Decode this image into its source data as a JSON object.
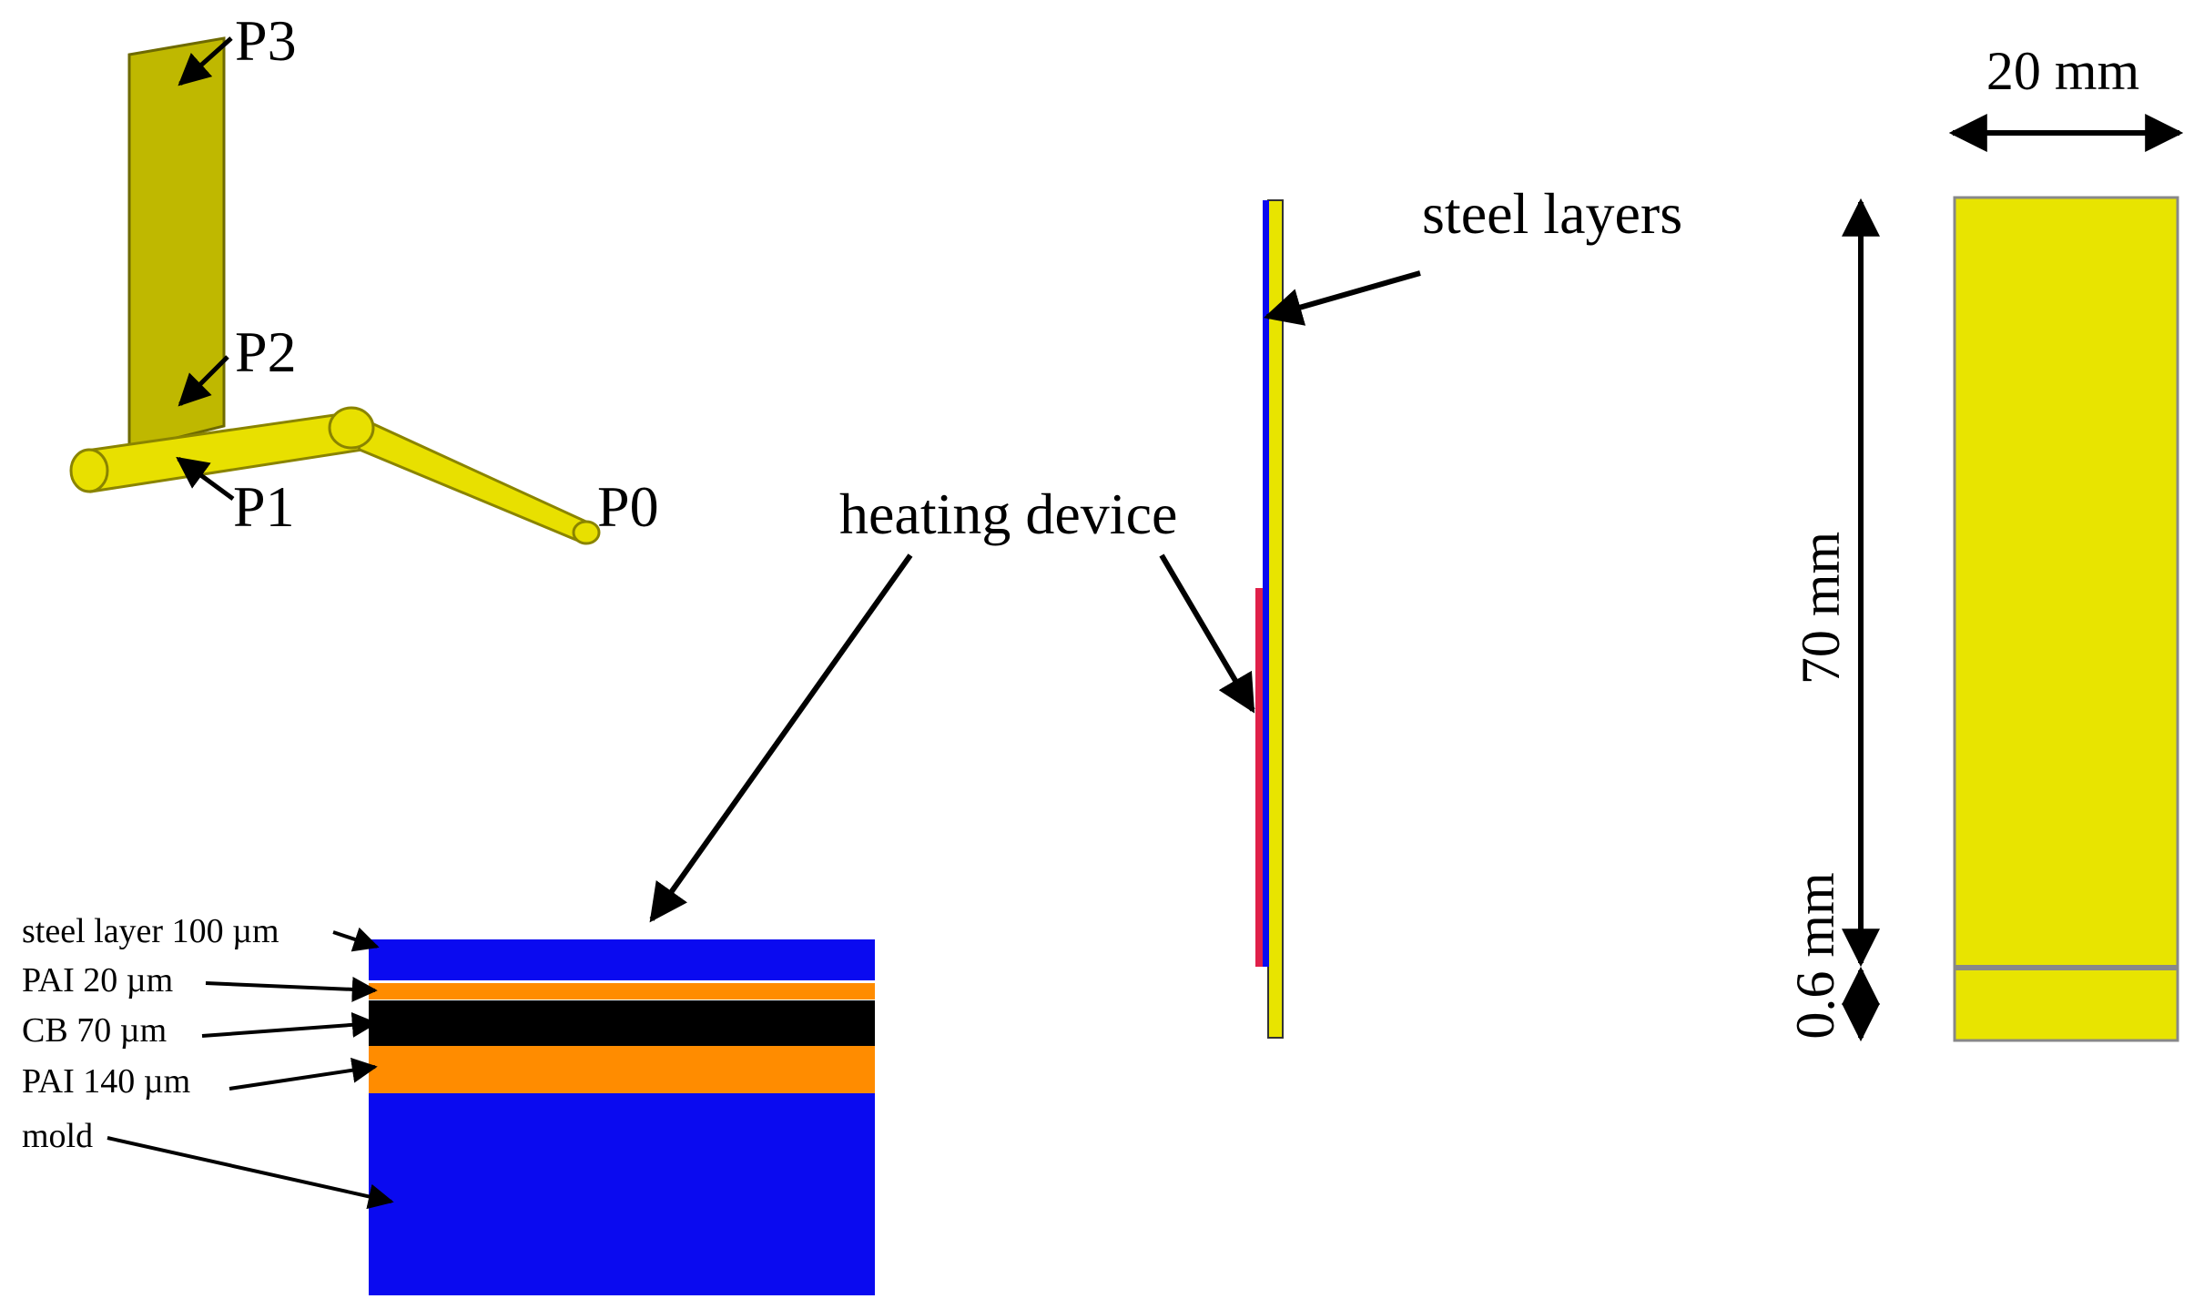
{
  "colors": {
    "plate": "#BFB800",
    "plate_edge": "#6E6A00",
    "runner": "#E8E000",
    "runner_edge": "#8A8400",
    "specimen": "#E8E400",
    "steel": "#0A0AF0",
    "pai": "#FF8C00",
    "cb": "#000000",
    "heater": "#E0204A",
    "line": "#000000",
    "separator": "#888888"
  },
  "mold_model": {
    "points": [
      "P0",
      "P1",
      "P2",
      "P3"
    ]
  },
  "side_view": {
    "steel_label": "steel layers",
    "heating_label": "heating device"
  },
  "layer_stack": {
    "layers": [
      {
        "label": "steel layer 100 µm",
        "material": "steel"
      },
      {
        "label": "PAI 20 µm",
        "material": "pai"
      },
      {
        "label": "CB 70 µm",
        "material": "cb"
      },
      {
        "label": "PAI 140 µm",
        "material": "pai"
      },
      {
        "label": "mold",
        "material": "steel"
      }
    ]
  },
  "dimensions": {
    "width": "20 mm",
    "height": "70 mm",
    "thickness": "0.6 mm"
  }
}
